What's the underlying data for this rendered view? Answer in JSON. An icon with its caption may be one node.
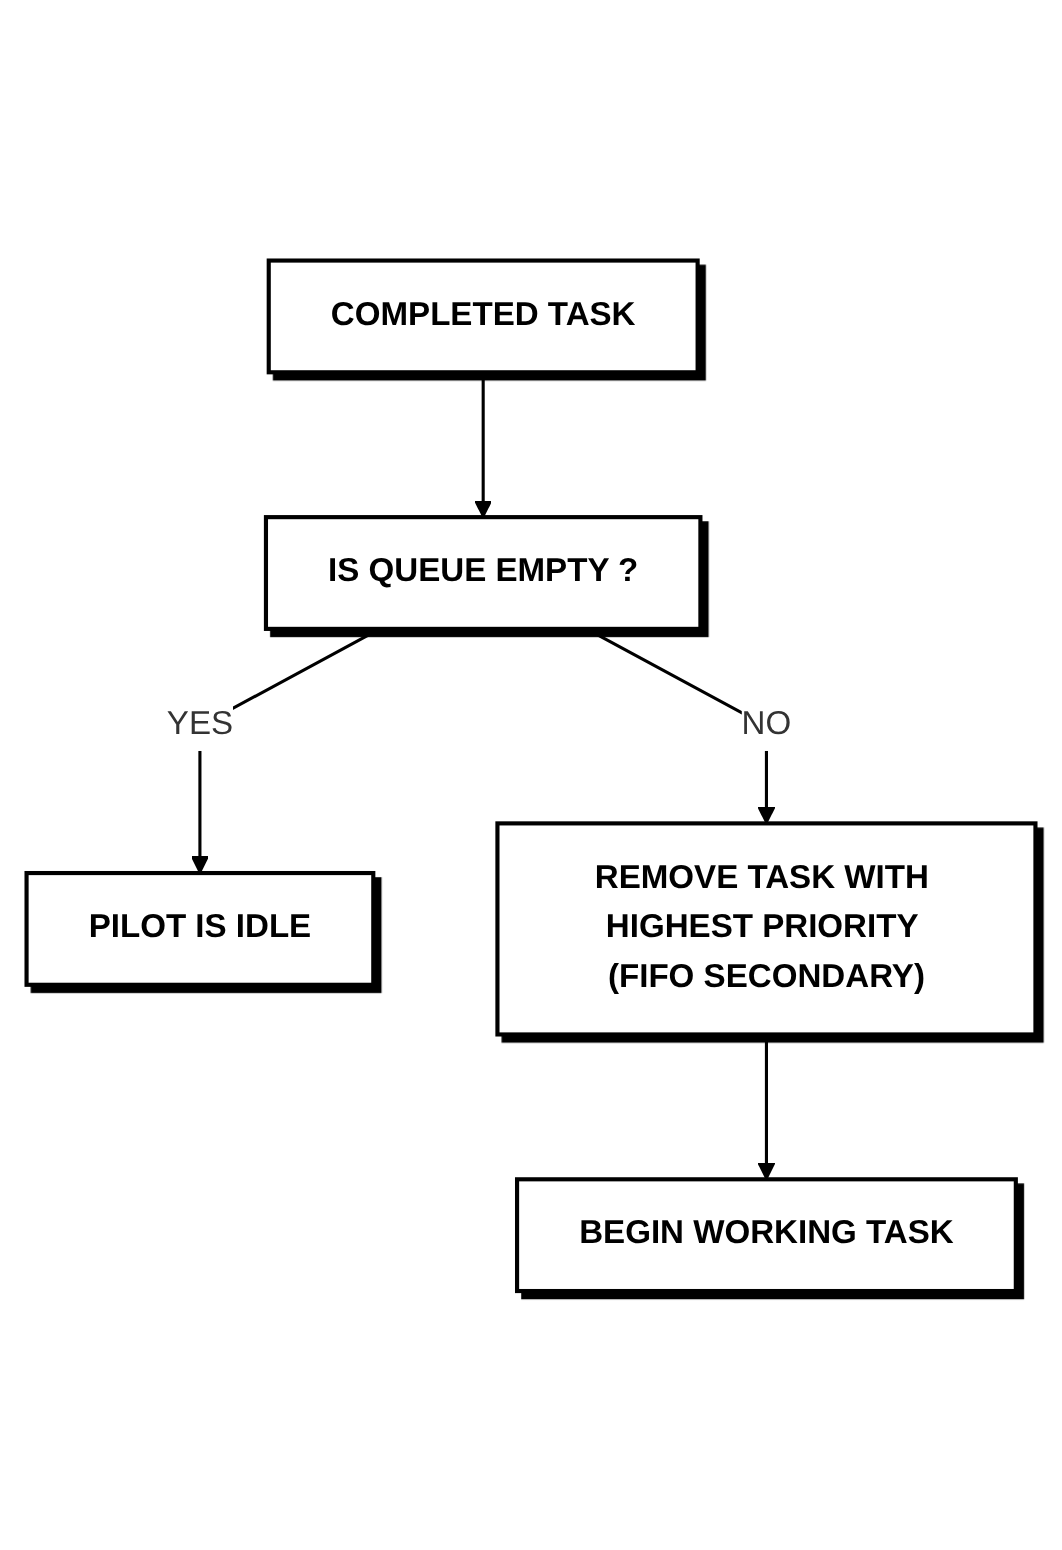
{
  "diagram": {
    "nodes": [
      {
        "text": [
          "COMPLETED TASK"
        ]
      },
      {
        "text": [
          "IS QUEUE EMPTY ?"
        ]
      },
      {
        "text": [
          "PILOT IS IDLE"
        ]
      },
      {
        "text": [
          "REMOVE TASK WITH HIGHEST PRIORITY (FIFO SECONDARY)"
        ]
      },
      {
        "text": [
          "BEGIN WORKING TASK"
        ]
      }
    ],
    "edges": [
      {
        "from": 0,
        "to": 1,
        "arrow": "to"
      },
      {
        "from": 1,
        "to": 2,
        "arrow": "to",
        "label": "YES"
      },
      {
        "from": 1,
        "to": 3,
        "arrow": "to",
        "label": "NO"
      },
      {
        "from": 3,
        "to": 4,
        "arrow": "to"
      }
    ]
  }
}
